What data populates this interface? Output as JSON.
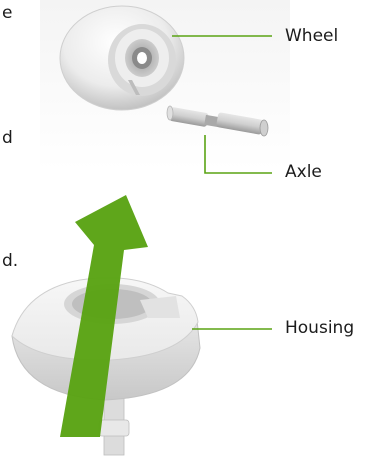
{
  "labels": {
    "wheel": "Wheel",
    "axle": "Axle",
    "housing": "Housing"
  },
  "clipped_text": {
    "fragment_1": "e",
    "fragment_2": "d",
    "fragment_3": "d."
  },
  "colors": {
    "arrow": "#5aa314",
    "leader_line": "#5aa314"
  },
  "icons": {
    "arrow": "up-arrow-icon"
  }
}
